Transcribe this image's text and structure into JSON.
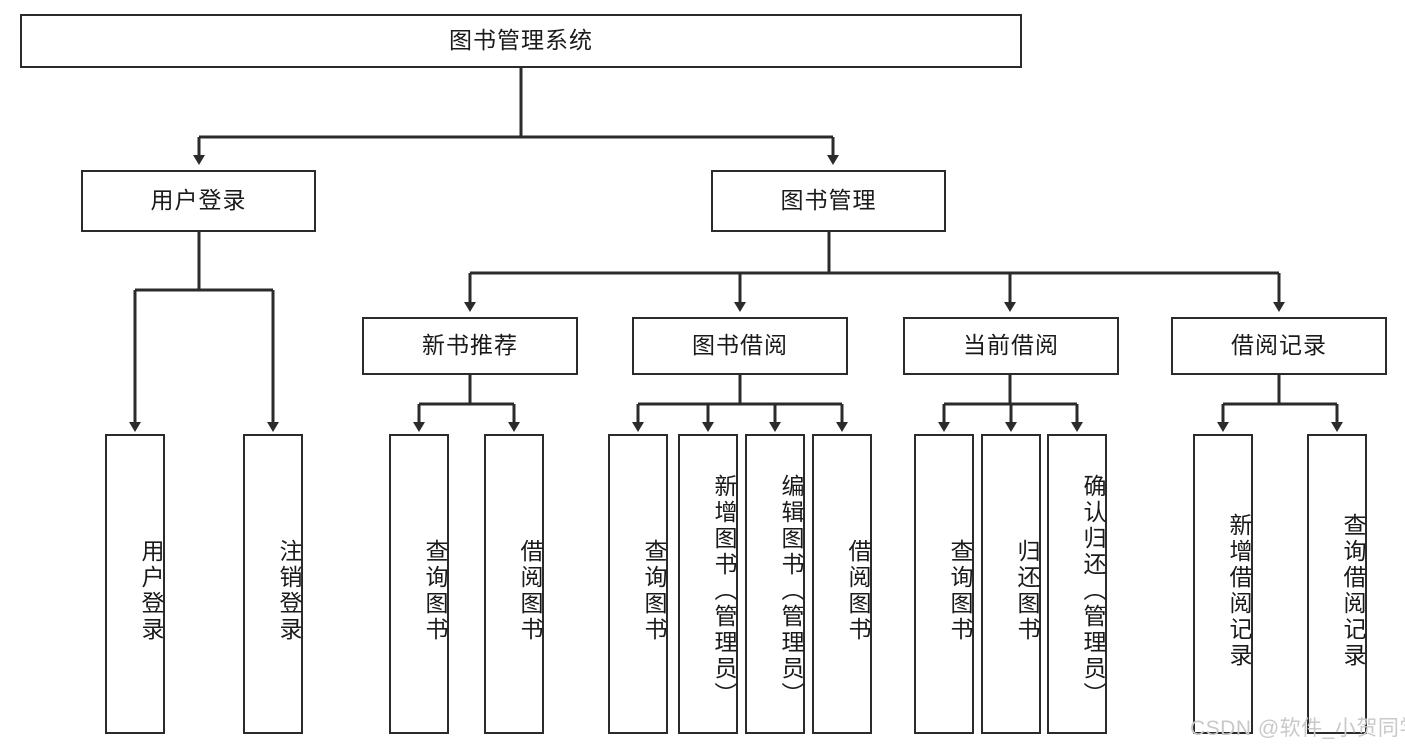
{
  "diagram": {
    "type": "tree",
    "title": "图书管理系统",
    "root": {
      "id": "root",
      "label": "图书管理系统"
    },
    "level2": [
      {
        "id": "user-login",
        "label": "用户登录"
      },
      {
        "id": "book-management",
        "label": "图书管理"
      }
    ],
    "level3": [
      {
        "id": "new-book-recommend",
        "label": "新书推荐",
        "parent": "book-management"
      },
      {
        "id": "book-borrow",
        "label": "图书借阅",
        "parent": "book-management"
      },
      {
        "id": "current-borrow",
        "label": "当前借阅",
        "parent": "book-management"
      },
      {
        "id": "borrow-record",
        "label": "借阅记录",
        "parent": "book-management"
      }
    ],
    "leaves": [
      {
        "id": "leaf-user-login",
        "label": "用户登录",
        "parent": "user-login"
      },
      {
        "id": "leaf-logout",
        "label": "注销登录",
        "parent": "user-login"
      },
      {
        "id": "leaf-query-book-1",
        "label": "查询图书",
        "parent": "new-book-recommend"
      },
      {
        "id": "leaf-borrow-book-1",
        "label": "借阅图书",
        "parent": "new-book-recommend"
      },
      {
        "id": "leaf-query-book-2",
        "label": "查询图书",
        "parent": "book-borrow"
      },
      {
        "id": "leaf-add-book",
        "label": "新增图书（管理员）",
        "parent": "book-borrow"
      },
      {
        "id": "leaf-edit-book",
        "label": "编辑图书（管理员）",
        "parent": "book-borrow"
      },
      {
        "id": "leaf-borrow-book-2",
        "label": "借阅图书",
        "parent": "book-borrow"
      },
      {
        "id": "leaf-query-book-3",
        "label": "查询图书",
        "parent": "current-borrow"
      },
      {
        "id": "leaf-return-book",
        "label": "归还图书",
        "parent": "current-borrow"
      },
      {
        "id": "leaf-confirm-return",
        "label": "确认归还（管理员）",
        "parent": "current-borrow"
      },
      {
        "id": "leaf-add-record",
        "label": "新增借阅记录",
        "parent": "borrow-record"
      },
      {
        "id": "leaf-query-record",
        "label": "查询借阅记录",
        "parent": "borrow-record"
      }
    ],
    "colors": {
      "stroke": "#2b2b2b",
      "fill": "#ffffff",
      "text": "#1a1a1a",
      "watermark": "#c9c9c9"
    }
  },
  "watermark": {
    "text": "CSDN @软件_小贺同学"
  }
}
